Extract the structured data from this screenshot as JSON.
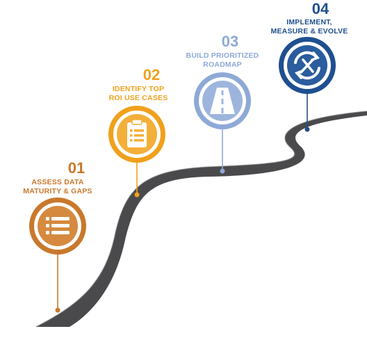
{
  "steps": [
    {
      "number": "01",
      "title": "ASSESS DATA\nMATURITY & GAPS",
      "color": "#c9782b",
      "light": "#e9a867",
      "icon": "checklist-icon"
    },
    {
      "number": "02",
      "title": "IDENTIFY TOP\nROI USE CASES",
      "color": "#f0a11c",
      "light": "#f8c66a",
      "icon": "clipboard-icon"
    },
    {
      "number": "03",
      "title": "BUILD PRIORITIZED\nROADMAP",
      "color": "#8ea9d6",
      "light": "#b9cbe8",
      "icon": "road-icon"
    },
    {
      "number": "04",
      "title": "IMPLEMENT,\nMEASURE & EVOLVE",
      "color": "#1f4f8f",
      "light": "#3d6fae",
      "icon": "refresh-tools-icon"
    }
  ]
}
